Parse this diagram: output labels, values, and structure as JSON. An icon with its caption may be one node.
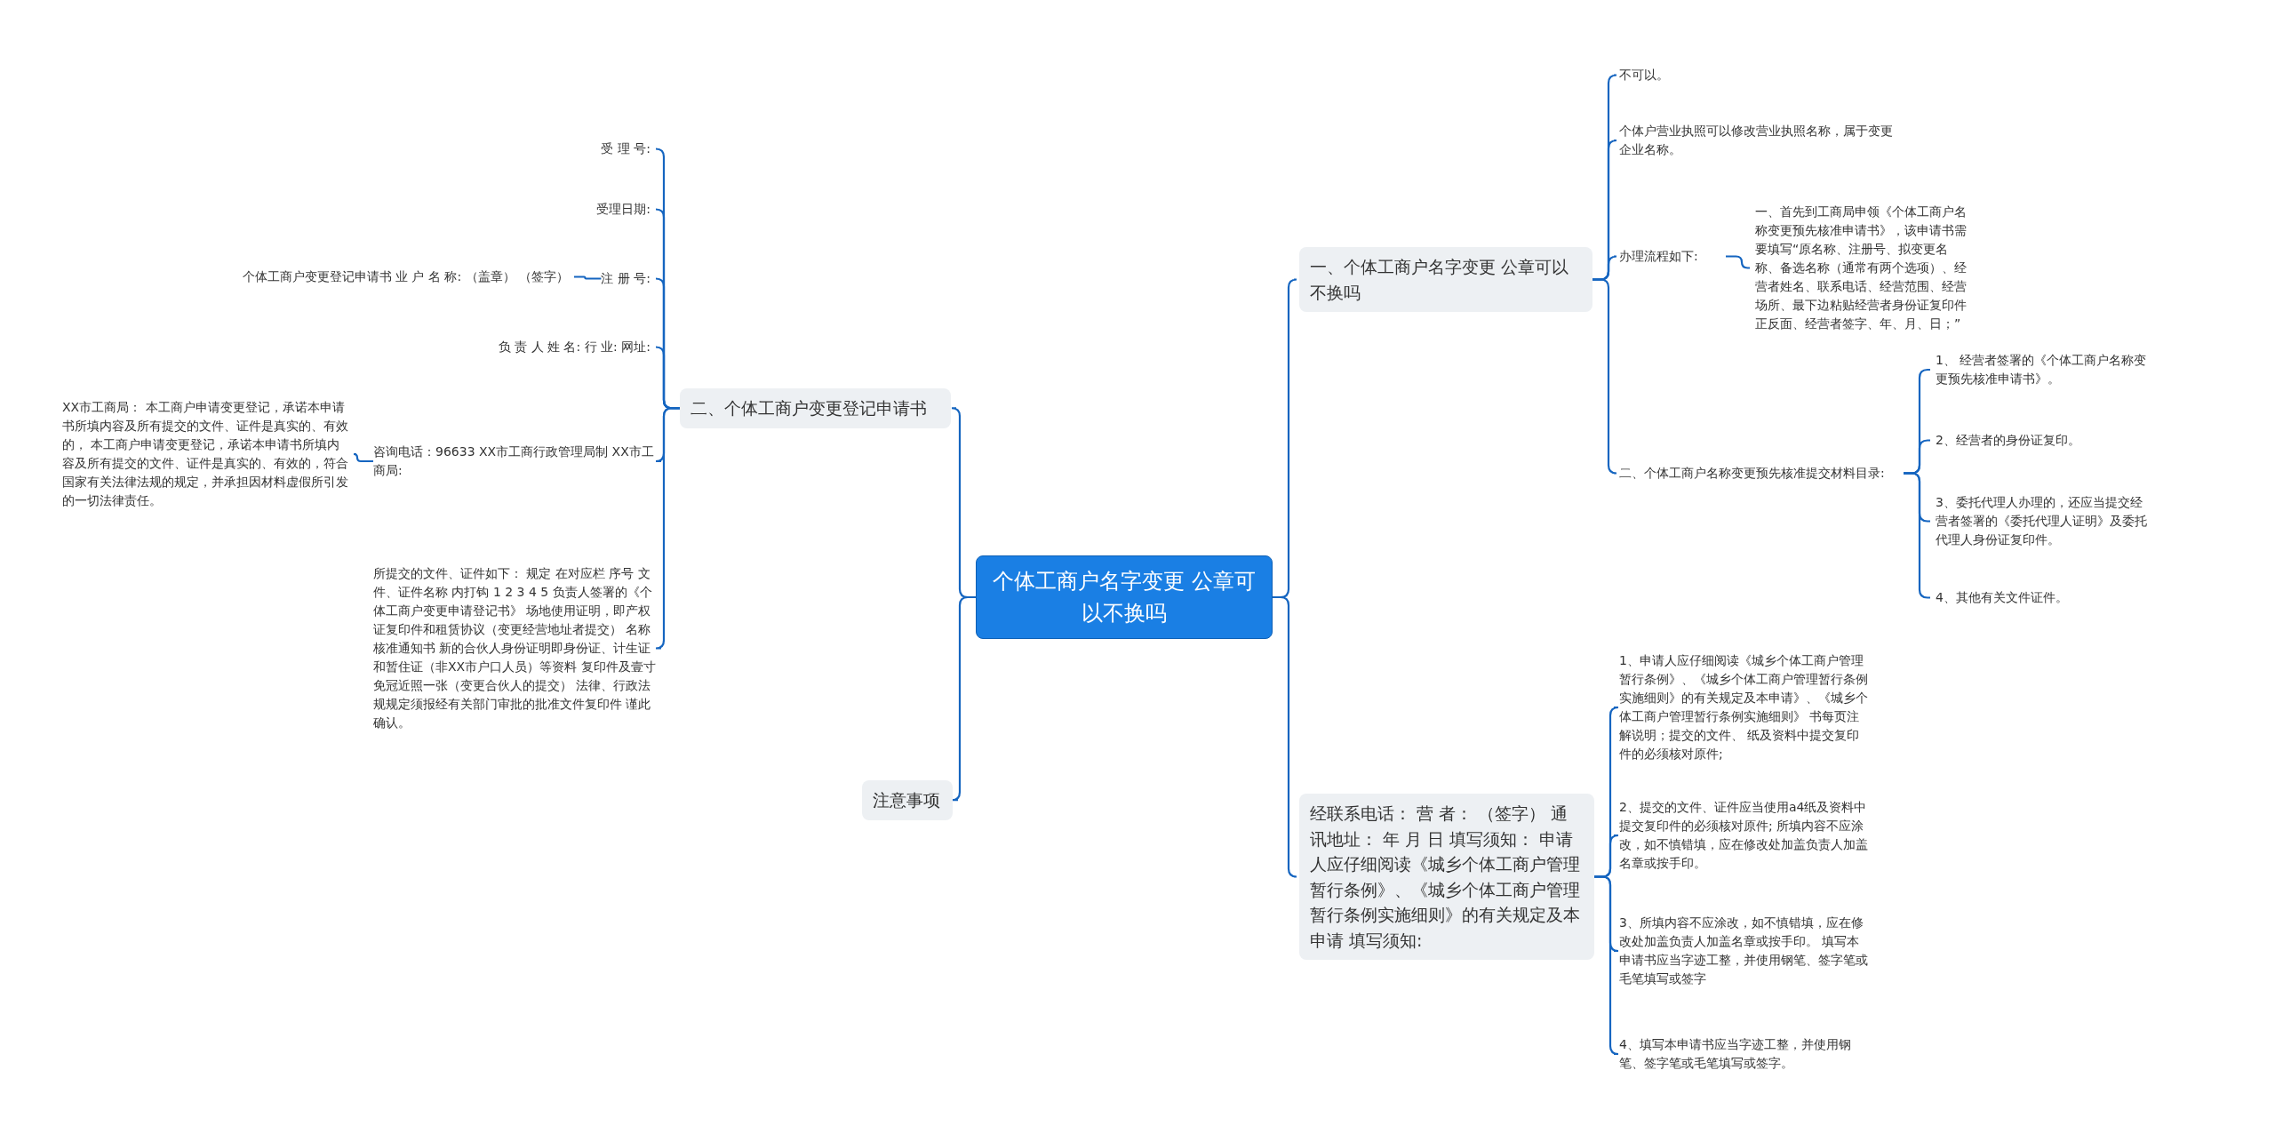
{
  "diagram": {
    "nodes": [
      {
        "text": [
          "个体工商户名字变更 公章可以不换吗"
        ]
      },
      {
        "text": [
          "二、个体工商户变更登记申请书"
        ]
      },
      {
        "text": [
          "受 理 号:"
        ]
      },
      {
        "text": [
          "受理日期:"
        ]
      },
      {
        "text": [
          "注 册 号:"
        ]
      },
      {
        "text": [
          "个体工商户变更登记申请书 业 户 名 称: （盖章） （签字）"
        ]
      },
      {
        "text": [
          "负 责 人 姓 名:  行 业:  网址:"
        ]
      },
      {
        "text": [
          "咨询电话：96633 XX市工商行政管理局制 XX市工商局:"
        ]
      },
      {
        "text": [
          "XX市工商局： 本工商户申请变更登记，承诺本申请书所填内容及所有提交的文件、证件是真实的、有效的， 本工商户申请变更登记，承诺本申请书所填内容及所有提交的文件、证件是真实的、有效的，符合国家有关法律法规的规定，并承担因材料虚假所引发的一切法律责任。"
        ]
      },
      {
        "text": [
          "所提交的文件、证件如下： 规定 在对应栏 序号 文件、证件名称 内打钩 1 2 3 4 5 负责人签署的《个体工商户变更申请登记书》 场地使用证明，即产权证复印件和租赁协议（变更经营地址者提交） 名称核准通知书 新的合伙人身份证明即身份证、计生证和暂住证（非XX市户口人员）等资料 复印件及壹寸免冠近照一张（变更合伙人的提交） 法律、行政法规规定须报经有关部门审批的批准文件复印件 谨此确认。"
        ]
      },
      {
        "text": [
          "注意事项"
        ]
      },
      {
        "text": [
          "一、个体工商户名字变更 公章可以不换吗"
        ]
      },
      {
        "text": [
          "不可以。"
        ]
      },
      {
        "text": [
          "个体户营业执照可以修改营业执照名称，属于变更企业名称。"
        ]
      },
      {
        "text": [
          "办理流程如下:"
        ]
      },
      {
        "text": [
          "一、首先到工商局申领《个体工商户名称变更预先核准申请书》，该申请书需要填写“原名称、注册号、拟变更名称、备选名称（通常有两个选项）、经营者姓名、联系电话、经营范围、经营场所、最下边粘贴经营者身份证复印件正反面、经营者签字、年、月、日；”"
        ]
      },
      {
        "text": [
          "二、个体工商户名称变更预先核准提交材料目录:"
        ]
      },
      {
        "text": [
          "1、 经营者签署的《个体工商户名称变更预先核准申请书》。"
        ]
      },
      {
        "text": [
          "2、经营者的身份证复印。"
        ]
      },
      {
        "text": [
          "3、委托代理人办理的，还应当提交经营者签署的《委托代理人证明》及委托代理人身份证复印件。"
        ]
      },
      {
        "text": [
          "4、其他有关文件证件。"
        ]
      },
      {
        "text": [
          "经联系电话： 营 者： （签字） 通讯地址： 年 月 日 填写须知： 申请人应仔细阅读《城乡个体工商户管理暂行条例》、《城乡个体工商户管理暂行条例实施细则》的有关规定及本申请 填写须知:"
        ]
      },
      {
        "text": [
          "1、申请人应仔细阅读《城乡个体工商户管理暂行条例》、《城乡个体工商户管理暂行条例实施细则》的有关规定及本申请》、《城乡个体工商户管理暂行条例实施细则》 书每页注解说明；提交的文件、 纸及资料中提交复印件的必须核对原件;"
        ]
      },
      {
        "text": [
          "2、提交的文件、证件应当使用a4纸及资料中提交复印件的必须核对原件; 所填内容不应涂改，如不慎错填，应在修改处加盖负责人加盖名章或按手印。"
        ]
      },
      {
        "text": [
          "3、所填内容不应涂改，如不慎错填，应在修改处加盖负责人加盖名章或按手印。 填写本申请书应当字迹工整，并使用钢笔、签字笔或毛笔填写或签字"
        ]
      },
      {
        "text": [
          "4、填写本申请书应当字迹工整，并使用钢笔、签字笔或毛笔填写或签字。"
        ]
      }
    ],
    "edges": [
      {
        "from": 0,
        "to": 1,
        "arrow": "none"
      },
      {
        "from": 1,
        "to": 2,
        "arrow": "none"
      },
      {
        "from": 1,
        "to": 3,
        "arrow": "none"
      },
      {
        "from": 1,
        "to": 4,
        "arrow": "none"
      },
      {
        "from": 4,
        "to": 5,
        "arrow": "none"
      },
      {
        "from": 1,
        "to": 6,
        "arrow": "none"
      },
      {
        "from": 1,
        "to": 7,
        "arrow": "none"
      },
      {
        "from": 7,
        "to": 8,
        "arrow": "none"
      },
      {
        "from": 1,
        "to": 9,
        "arrow": "none"
      },
      {
        "from": 0,
        "to": 10,
        "arrow": "none"
      },
      {
        "from": 0,
        "to": 11,
        "arrow": "none"
      },
      {
        "from": 11,
        "to": 12,
        "arrow": "none"
      },
      {
        "from": 11,
        "to": 13,
        "arrow": "none"
      },
      {
        "from": 11,
        "to": 14,
        "arrow": "none"
      },
      {
        "from": 14,
        "to": 15,
        "arrow": "none"
      },
      {
        "from": 11,
        "to": 16,
        "arrow": "none"
      },
      {
        "from": 16,
        "to": 17,
        "arrow": "none"
      },
      {
        "from": 16,
        "to": 18,
        "arrow": "none"
      },
      {
        "from": 16,
        "to": 19,
        "arrow": "none"
      },
      {
        "from": 16,
        "to": 20,
        "arrow": "none"
      },
      {
        "from": 0,
        "to": 21,
        "arrow": "none"
      },
      {
        "from": 21,
        "to": 22,
        "arrow": "none"
      },
      {
        "from": 21,
        "to": 23,
        "arrow": "none"
      },
      {
        "from": 21,
        "to": 24,
        "arrow": "none"
      },
      {
        "from": 21,
        "to": 25,
        "arrow": "none"
      }
    ]
  }
}
